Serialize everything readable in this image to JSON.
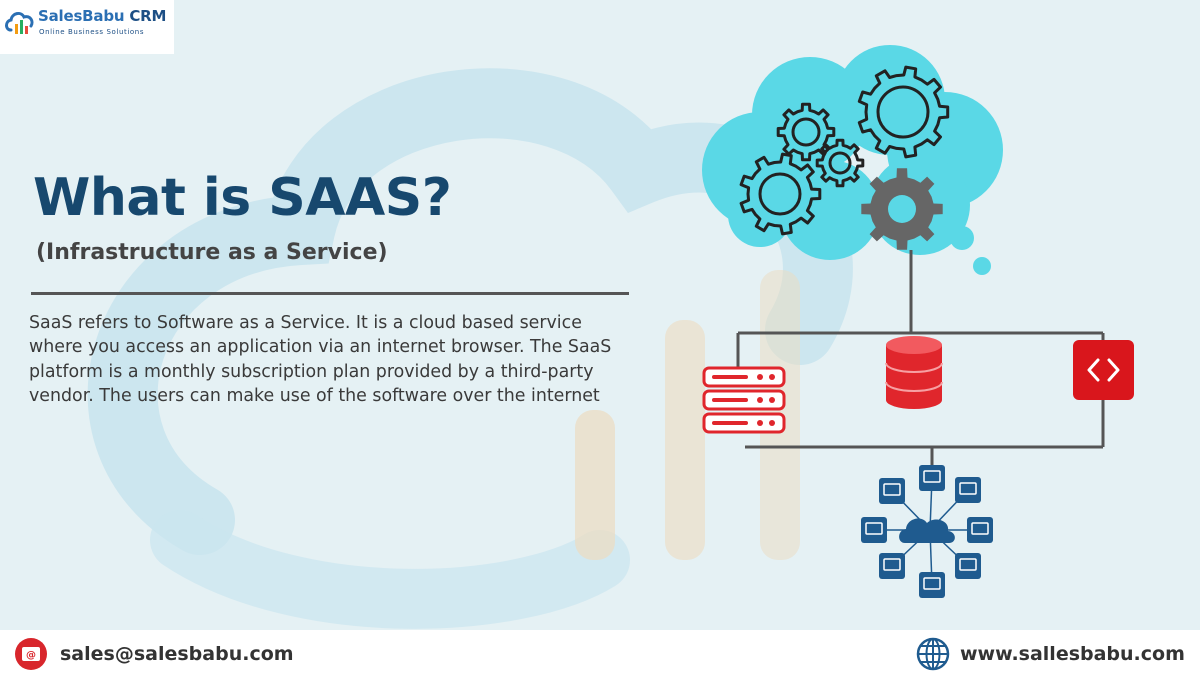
{
  "brand": {
    "name_part1": "SalesBabu",
    "name_part2": "CRM",
    "tagline": "Online Business Solutions"
  },
  "headline": "What is SAAS?",
  "subheadline": "(Infrastructure as a Service)",
  "description": "SaaS refers to Software as a Service. It is a cloud based service where you access an application via an internet browser. The SaaS platform is a monthly subscription plan provided by a third-party vendor. The users can make use of the software over the internet",
  "footer": {
    "email": "sales@salesbabu.com",
    "website": "www.sallesbabu.com"
  },
  "colors": {
    "navy": "#17486e",
    "cloud": "#5ad8e6",
    "red": "#e0262c",
    "device_blue": "#1f5b8f",
    "background": "#e5f1f4"
  },
  "icons": [
    "salesbabu-logo-icon",
    "gear-icon",
    "server-icon",
    "database-icon",
    "code-icon",
    "cloud-icon",
    "laptop-icon",
    "phone-icon",
    "tablet-icon",
    "monitor-icon",
    "camera-icon",
    "email-icon",
    "globe-icon"
  ]
}
